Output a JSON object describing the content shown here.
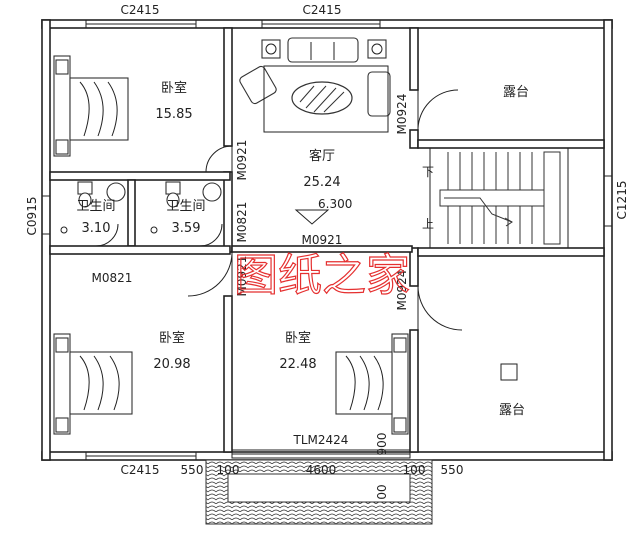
{
  "rooms": {
    "bedroom_nw": {
      "name": "卧室",
      "area": "15.85"
    },
    "living": {
      "name": "客厅",
      "area": "25.24"
    },
    "terrace_ne": {
      "name": "露台"
    },
    "bath_1": {
      "name": "卫生间",
      "area": "3.10"
    },
    "bath_2": {
      "name": "卫生间",
      "area": "3.59"
    },
    "bedroom_sw": {
      "name": "卧室",
      "area": "20.98"
    },
    "bedroom_s": {
      "name": "卧室",
      "area": "22.48"
    },
    "terrace_se": {
      "name": "露台"
    }
  },
  "windows": {
    "top_left": "C2415",
    "top_mid": "C2415",
    "left": "C0915",
    "right": "C1215",
    "bottom_left": "C2415",
    "balcony_door": "TLM2424"
  },
  "doors": {
    "bedroom_nw": "M0921",
    "bath_1": "M0821",
    "bath_2": "M0821",
    "living_south": "M0921",
    "bedroom_s": "M0921",
    "terrace_ne": "M0924",
    "terrace_se": "M0924"
  },
  "stairs": {
    "down": "下",
    "up": "上"
  },
  "elevation": "6.300",
  "dimensions": {
    "d550_left": "550",
    "d100_left": "100",
    "d4600": "4600",
    "d100_right": "100",
    "d550_right": "550",
    "d900": "900",
    "d00": "00"
  },
  "watermark": "图纸之家"
}
